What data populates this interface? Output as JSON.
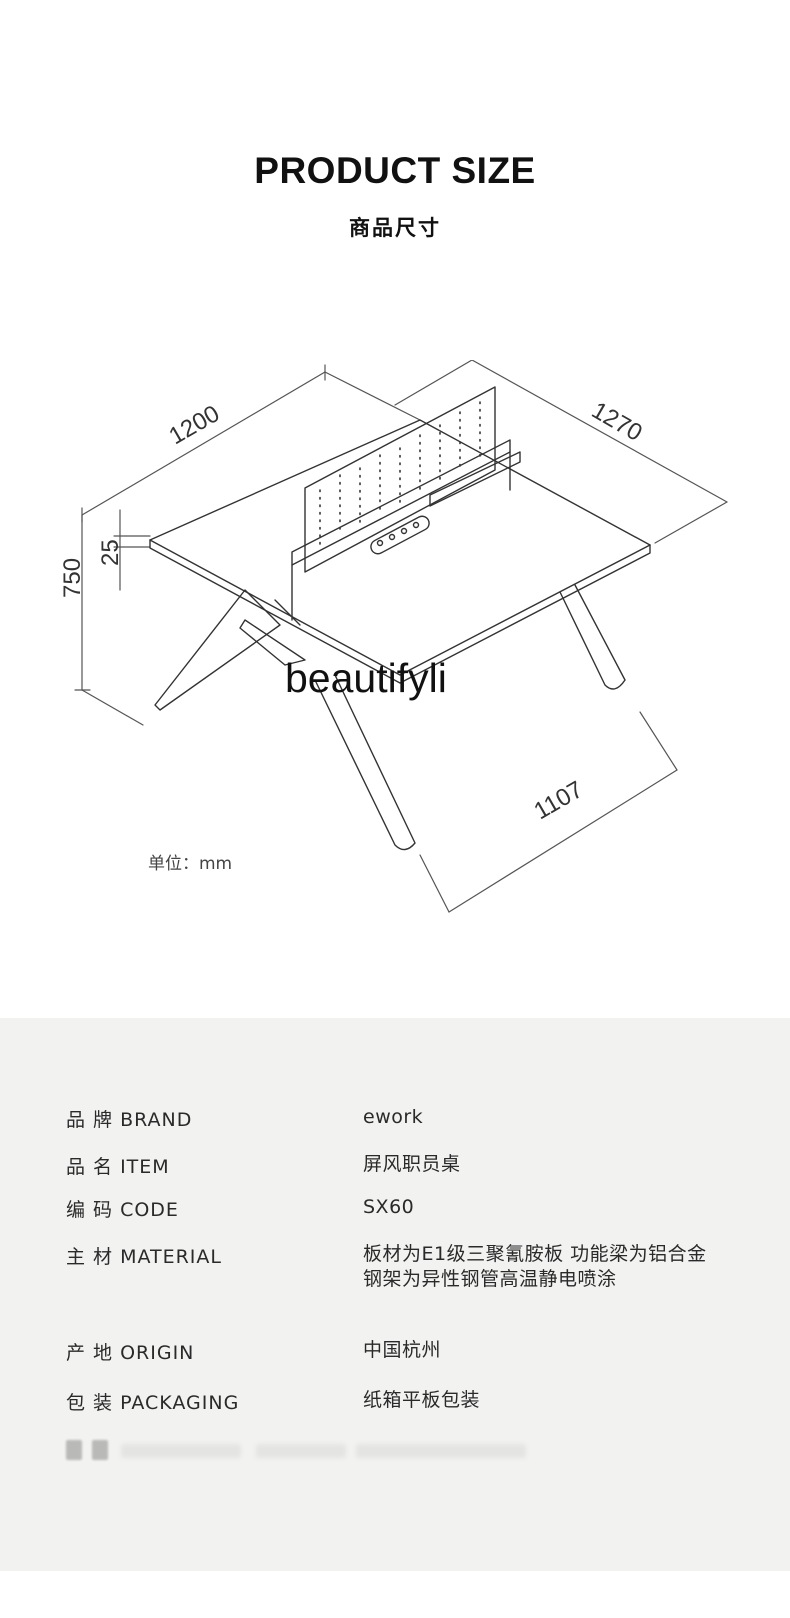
{
  "header": {
    "title_en": "PRODUCT SIZE",
    "title_cn": "商品尺寸"
  },
  "drawing": {
    "dim_top_width": "1200",
    "dim_depth": "1270",
    "dim_height": "750",
    "dim_thickness": "25",
    "dim_bottom_depth": "1107",
    "unit_note": "单位：mm"
  },
  "watermark": "beautifyli",
  "specs": [
    {
      "label": "品 牌 BRAND",
      "value": "ework"
    },
    {
      "label": "品 名 ITEM",
      "value": "屏风职员桌"
    },
    {
      "label": "编 码 CODE",
      "value": "SX60"
    },
    {
      "label": "主 材 MATERIAL",
      "value": "板材为E1级三聚氰胺板  功能梁为铝合金\n钢架为异性钢管高温静电喷涂"
    },
    {
      "label": "产 地 ORIGIN",
      "value": "中国杭州"
    },
    {
      "label": "包 装 PACKAGING",
      "value": "纸箱平板包装"
    }
  ],
  "colors": {
    "panel_bg": "#f2f2f1",
    "text": "#2a2a2a",
    "line": "#555555"
  }
}
